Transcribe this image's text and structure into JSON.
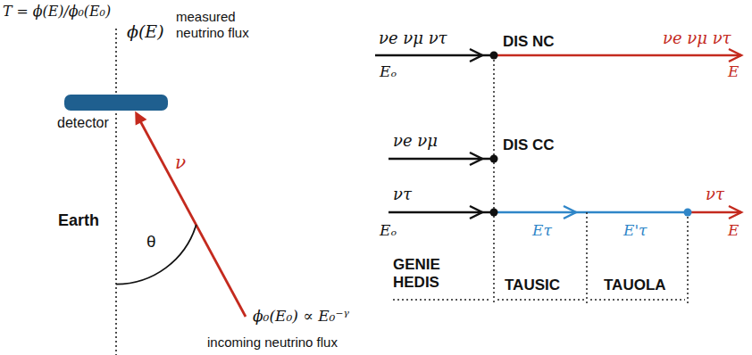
{
  "diagram": {
    "nodes": [
      {
        "text": [
          "Earth"
        ]
      },
      {
        "text": [
          "detector"
        ],
        "in": 0
      }
    ],
    "labels": [
      "T = ϕ(E)/ϕ₀(E₀)",
      "ϕ(E)",
      "measured neutrino flux",
      "ν",
      "θ",
      "ϕ₀(E₀) ∝ E₀⁻ᵞ",
      "incoming neutrino flux",
      "νe νμ ντ",
      "DIS NC",
      "νe νμ ντ",
      "Eₒ",
      "E",
      "νe νμ",
      "DIS CC",
      "ντ",
      "Eₒ",
      "Eτ",
      "E'τ",
      "ντ",
      "E",
      "GENIE HEDIS",
      "TAUSIC",
      "TAUOLA"
    ]
  }
}
